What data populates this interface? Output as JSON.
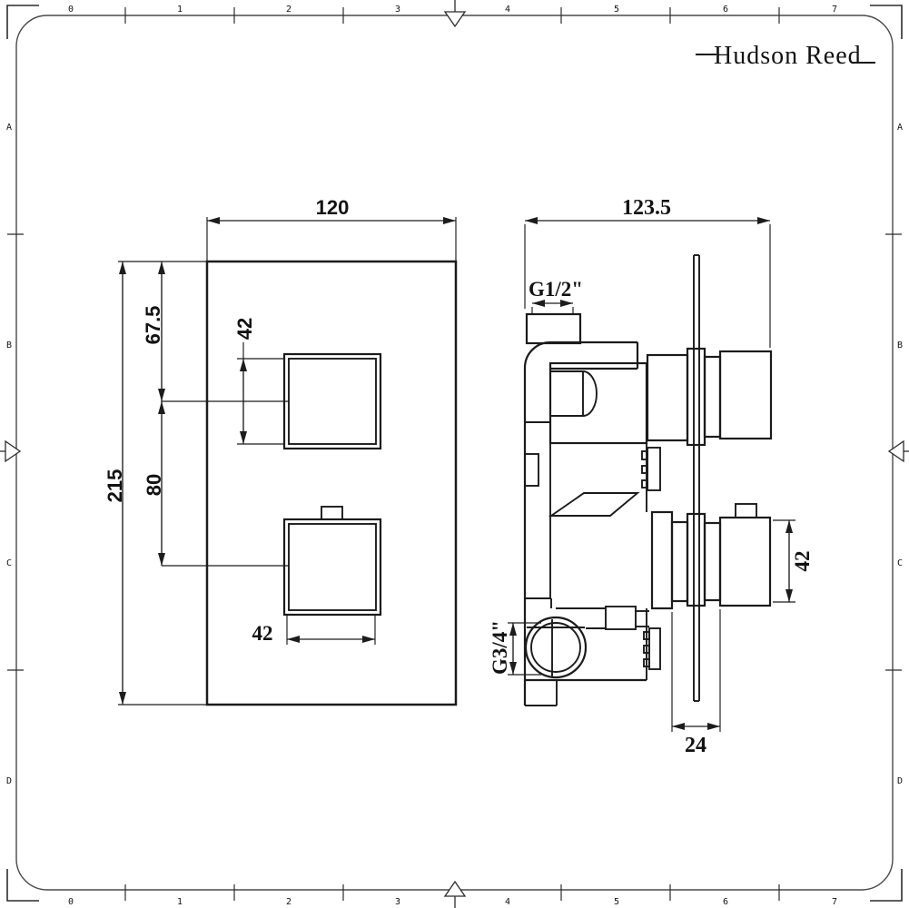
{
  "sheet": {
    "brand": "Hudson Reed"
  },
  "rulers": {
    "top": [
      "0",
      "1",
      "2",
      "3",
      "4",
      "5",
      "6",
      "7"
    ],
    "bottom": [
      "0",
      "1",
      "2",
      "3",
      "4",
      "5",
      "6",
      "7"
    ],
    "left": [
      "A",
      "B",
      "C",
      "D"
    ],
    "right": [
      "A",
      "B",
      "C",
      "D"
    ]
  },
  "front_view": {
    "dims": {
      "width": "120",
      "height": "215",
      "top_to_upper_knob": "67.5",
      "knob_spacing": "80",
      "upper_knob_size": "42",
      "lower_knob_width": "42"
    }
  },
  "side_view": {
    "dims": {
      "total_depth": "123.5",
      "inlet_thread": "G1/2\"",
      "outlet_thread": "G3/4\"",
      "knob_height": "42",
      "wall_to_knob_depth": "24"
    }
  },
  "colors": {
    "line": "#1b1b1b",
    "background": "#ffffff"
  }
}
